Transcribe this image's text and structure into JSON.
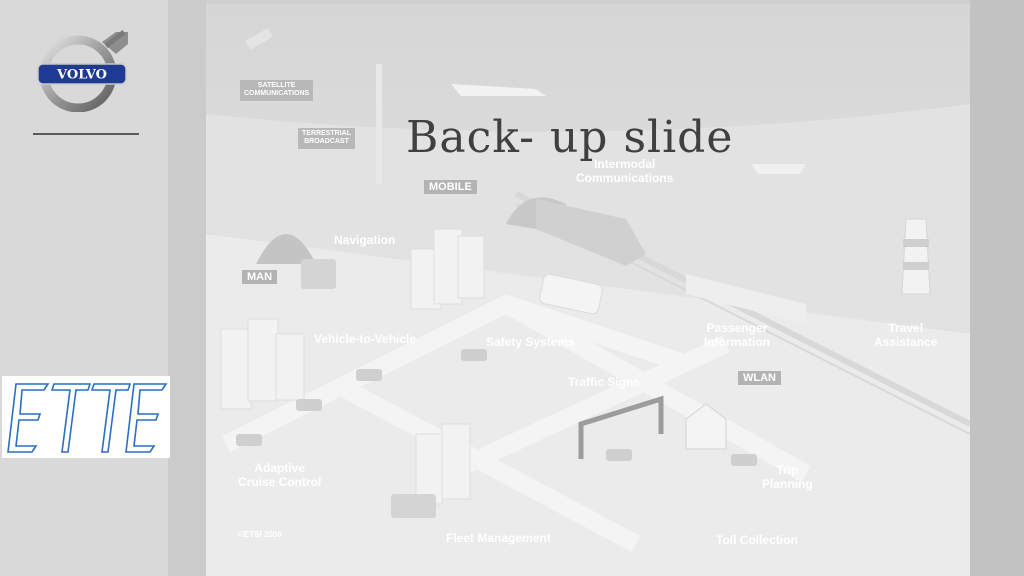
{
  "slide": {
    "title": "Back- up slide"
  },
  "logos": {
    "volvo_text": "VOLVO",
    "ette_text": "ETTE"
  },
  "illustration": {
    "badges": {
      "satellite": "SATELLITE\nCOMMUNICATIONS",
      "terrestrial": "TERRESTRIAL\nBROADCAST"
    },
    "tags": {
      "mobile": "MOBILE",
      "man": "MAN",
      "wlan": "WLAN"
    },
    "labels": {
      "intermodal": "Intermodal\nCommunications",
      "navigation": "Navigation",
      "vehicle_to_vehicle": "Vehicle-to-Vehicle",
      "safety_systems": "Safety Systems",
      "traffic_signs": "Traffic Signs",
      "passenger_information": "Passenger\nInformation",
      "travel_assistance": "Travel\nAssistance",
      "adaptive_cruise_control": "Adaptive\nCruise Control",
      "trip_planning": "Trip\nPlanning",
      "fleet_management": "Fleet Management",
      "toll_collection": "Toll Collection"
    },
    "copyright": "©ETSI 2008"
  },
  "colors": {
    "volvo_blue": "#1f3a93",
    "volvo_ring": "#9a9a9a",
    "ette_blue": "#2b6fc2",
    "title_text": "#404040"
  }
}
